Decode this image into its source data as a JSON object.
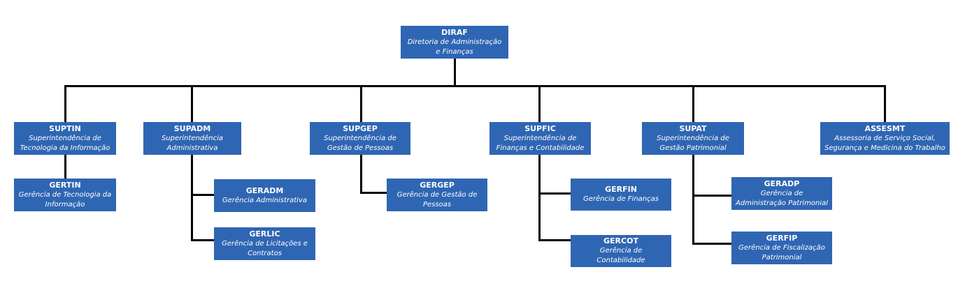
{
  "units": {
    "diraf": {
      "code": "DIRAF",
      "name": "Diretoria de Administração e Finanças"
    },
    "suptin": {
      "code": "SUPTIN",
      "name": "Superintendência de Tecnologia da Informação"
    },
    "gertin": {
      "code": "GERTIN",
      "name": "Gerência de Tecnologia da Informação"
    },
    "supadm": {
      "code": "SUPADM",
      "name": "Superintendência Administrativa"
    },
    "geradm": {
      "code": "GERADM",
      "name": "Gerência Administrativa"
    },
    "gerlic": {
      "code": "GERLIC",
      "name": "Gerência de Licitações e Contratos"
    },
    "supgep": {
      "code": "SUPGEP",
      "name": "Superintendência de Gestão de Pessoas"
    },
    "gergep": {
      "code": "GERGEP",
      "name": "Gerência de Gestão de Pessoas"
    },
    "supfic": {
      "code": "SUPFIC",
      "name": "Superintendência de Finanças e Contabilidade"
    },
    "gerfin": {
      "code": "GERFIN",
      "name": "Gerência de Finanças"
    },
    "gercot": {
      "code": "GERCOT",
      "name": "Gerência de Contabilidade"
    },
    "supat": {
      "code": "SUPAT",
      "name": "Superintendência de Gestão Patrimonial"
    },
    "geradp": {
      "code": "GERADP",
      "name": "Gerência de Administração Patrimonial"
    },
    "gerfip": {
      "code": "GERFIP",
      "name": "Gerência de Fiscalização Patrimonial"
    },
    "assesmt": {
      "code": "ASSESMT",
      "name": "Assessoria de Serviço Social, Segurança e Medicina do Trabalho"
    }
  },
  "colors": {
    "box_fill": "#2f66b3",
    "box_text": "#ffffff",
    "connector": "#000000"
  }
}
